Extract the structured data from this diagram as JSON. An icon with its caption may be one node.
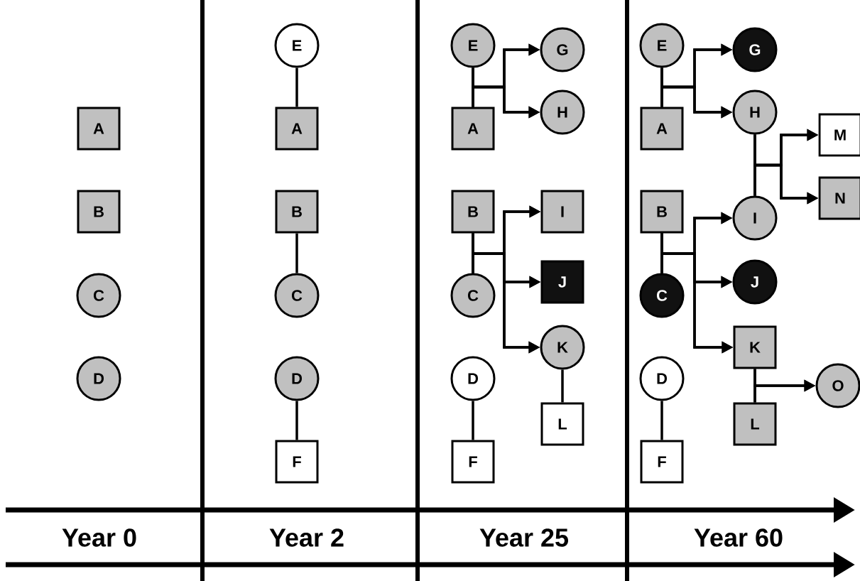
{
  "diagram": {
    "nodes": [
      {
        "text": [
          "A"
        ]
      },
      {
        "text": [
          "B"
        ]
      },
      {
        "text": [
          "C"
        ]
      },
      {
        "text": [
          "D"
        ]
      },
      {
        "text": [
          "E"
        ]
      },
      {
        "text": [
          "A"
        ]
      },
      {
        "text": [
          "B"
        ]
      },
      {
        "text": [
          "C"
        ]
      },
      {
        "text": [
          "D"
        ]
      },
      {
        "text": [
          "F"
        ]
      },
      {
        "text": [
          "E"
        ]
      },
      {
        "text": [
          "G"
        ]
      },
      {
        "text": [
          "A"
        ]
      },
      {
        "text": [
          "H"
        ]
      },
      {
        "text": [
          "B"
        ]
      },
      {
        "text": [
          "I"
        ]
      },
      {
        "text": [
          "C"
        ]
      },
      {
        "text": [
          "J"
        ]
      },
      {
        "text": [
          "K"
        ]
      },
      {
        "text": [
          "D"
        ]
      },
      {
        "text": [
          "L"
        ]
      },
      {
        "text": [
          "F"
        ]
      },
      {
        "text": [
          "E"
        ]
      },
      {
        "text": [
          "G"
        ]
      },
      {
        "text": [
          "A"
        ]
      },
      {
        "text": [
          "H"
        ]
      },
      {
        "text": [
          "M"
        ]
      },
      {
        "text": [
          "N"
        ]
      },
      {
        "text": [
          "B"
        ]
      },
      {
        "text": [
          "I"
        ]
      },
      {
        "text": [
          "C"
        ]
      },
      {
        "text": [
          "J"
        ]
      },
      {
        "text": [
          "K"
        ]
      },
      {
        "text": [
          "O"
        ]
      },
      {
        "text": [
          "D"
        ]
      },
      {
        "text": [
          "L"
        ]
      },
      {
        "text": [
          "F"
        ]
      }
    ],
    "edges": [
      {
        "from": 4,
        "to": 5,
        "arrow": "none"
      },
      {
        "from": 6,
        "to": 7,
        "arrow": "none"
      },
      {
        "from": 8,
        "to": 9,
        "arrow": "none"
      },
      {
        "from": 10,
        "to": 12,
        "arrow": "none"
      },
      {
        "from": 10,
        "to": 11,
        "arrow": "to"
      },
      {
        "from": 12,
        "to": 11,
        "arrow": "to"
      },
      {
        "from": 10,
        "to": 13,
        "arrow": "to"
      },
      {
        "from": 12,
        "to": 13,
        "arrow": "to"
      },
      {
        "from": 14,
        "to": 16,
        "arrow": "none"
      },
      {
        "from": 14,
        "to": 15,
        "arrow": "to"
      },
      {
        "from": 16,
        "to": 15,
        "arrow": "to"
      },
      {
        "from": 14,
        "to": 17,
        "arrow": "to"
      },
      {
        "from": 16,
        "to": 17,
        "arrow": "to"
      },
      {
        "from": 14,
        "to": 18,
        "arrow": "to"
      },
      {
        "from": 16,
        "to": 18,
        "arrow": "to"
      },
      {
        "from": 18,
        "to": 20,
        "arrow": "none"
      },
      {
        "from": 19,
        "to": 21,
        "arrow": "none"
      },
      {
        "from": 22,
        "to": 24,
        "arrow": "none"
      },
      {
        "from": 22,
        "to": 23,
        "arrow": "to"
      },
      {
        "from": 24,
        "to": 23,
        "arrow": "to"
      },
      {
        "from": 22,
        "to": 25,
        "arrow": "to"
      },
      {
        "from": 24,
        "to": 25,
        "arrow": "to"
      },
      {
        "from": 25,
        "to": 29,
        "arrow": "none"
      },
      {
        "from": 25,
        "to": 26,
        "arrow": "to"
      },
      {
        "from": 29,
        "to": 26,
        "arrow": "to"
      },
      {
        "from": 25,
        "to": 27,
        "arrow": "to"
      },
      {
        "from": 29,
        "to": 27,
        "arrow": "to"
      },
      {
        "from": 28,
        "to": 30,
        "arrow": "none"
      },
      {
        "from": 28,
        "to": 29,
        "arrow": "to"
      },
      {
        "from": 30,
        "to": 29,
        "arrow": "to"
      },
      {
        "from": 28,
        "to": 31,
        "arrow": "to"
      },
      {
        "from": 30,
        "to": 31,
        "arrow": "to"
      },
      {
        "from": 28,
        "to": 32,
        "arrow": "to"
      },
      {
        "from": 30,
        "to": 32,
        "arrow": "to"
      },
      {
        "from": 32,
        "to": 35,
        "arrow": "none"
      },
      {
        "from": 32,
        "to": 33,
        "arrow": "to"
      },
      {
        "from": 35,
        "to": 33,
        "arrow": "to"
      },
      {
        "from": 34,
        "to": 36,
        "arrow": "none"
      }
    ],
    "labels": [
      "Year 0",
      "Year 2",
      "Year 25",
      "Year 60"
    ]
  }
}
